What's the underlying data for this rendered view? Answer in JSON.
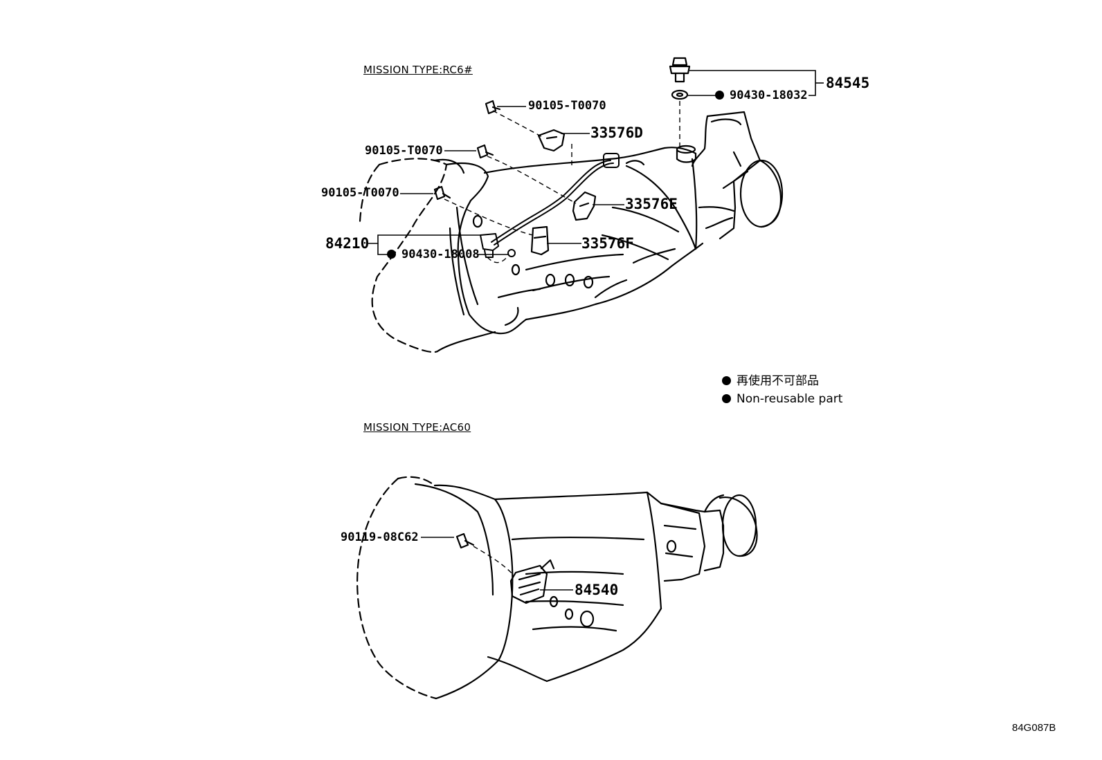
{
  "sections": {
    "top_title": "MISSION TYPE:RC6#",
    "bottom_title": "MISSION TYPE:AC60"
  },
  "top_parts": {
    "bolt_top": "90105-T0070",
    "bolt_mid": "90105-T0070",
    "bolt_left": "90105-T0070",
    "clamp_d": "33576D",
    "clamp_e": "33576E",
    "clamp_f": "33576F",
    "sensor_group": "84210",
    "sensor_gasket": "90430-18008",
    "switch_group": "84545",
    "switch_gasket": "90430-18032"
  },
  "bottom_parts": {
    "bolt": "90119-08C62",
    "switch": "84540"
  },
  "legend": {
    "jp": "再使用不可部品",
    "en": "Non-reusable part"
  },
  "diagram_code": "84G087B"
}
